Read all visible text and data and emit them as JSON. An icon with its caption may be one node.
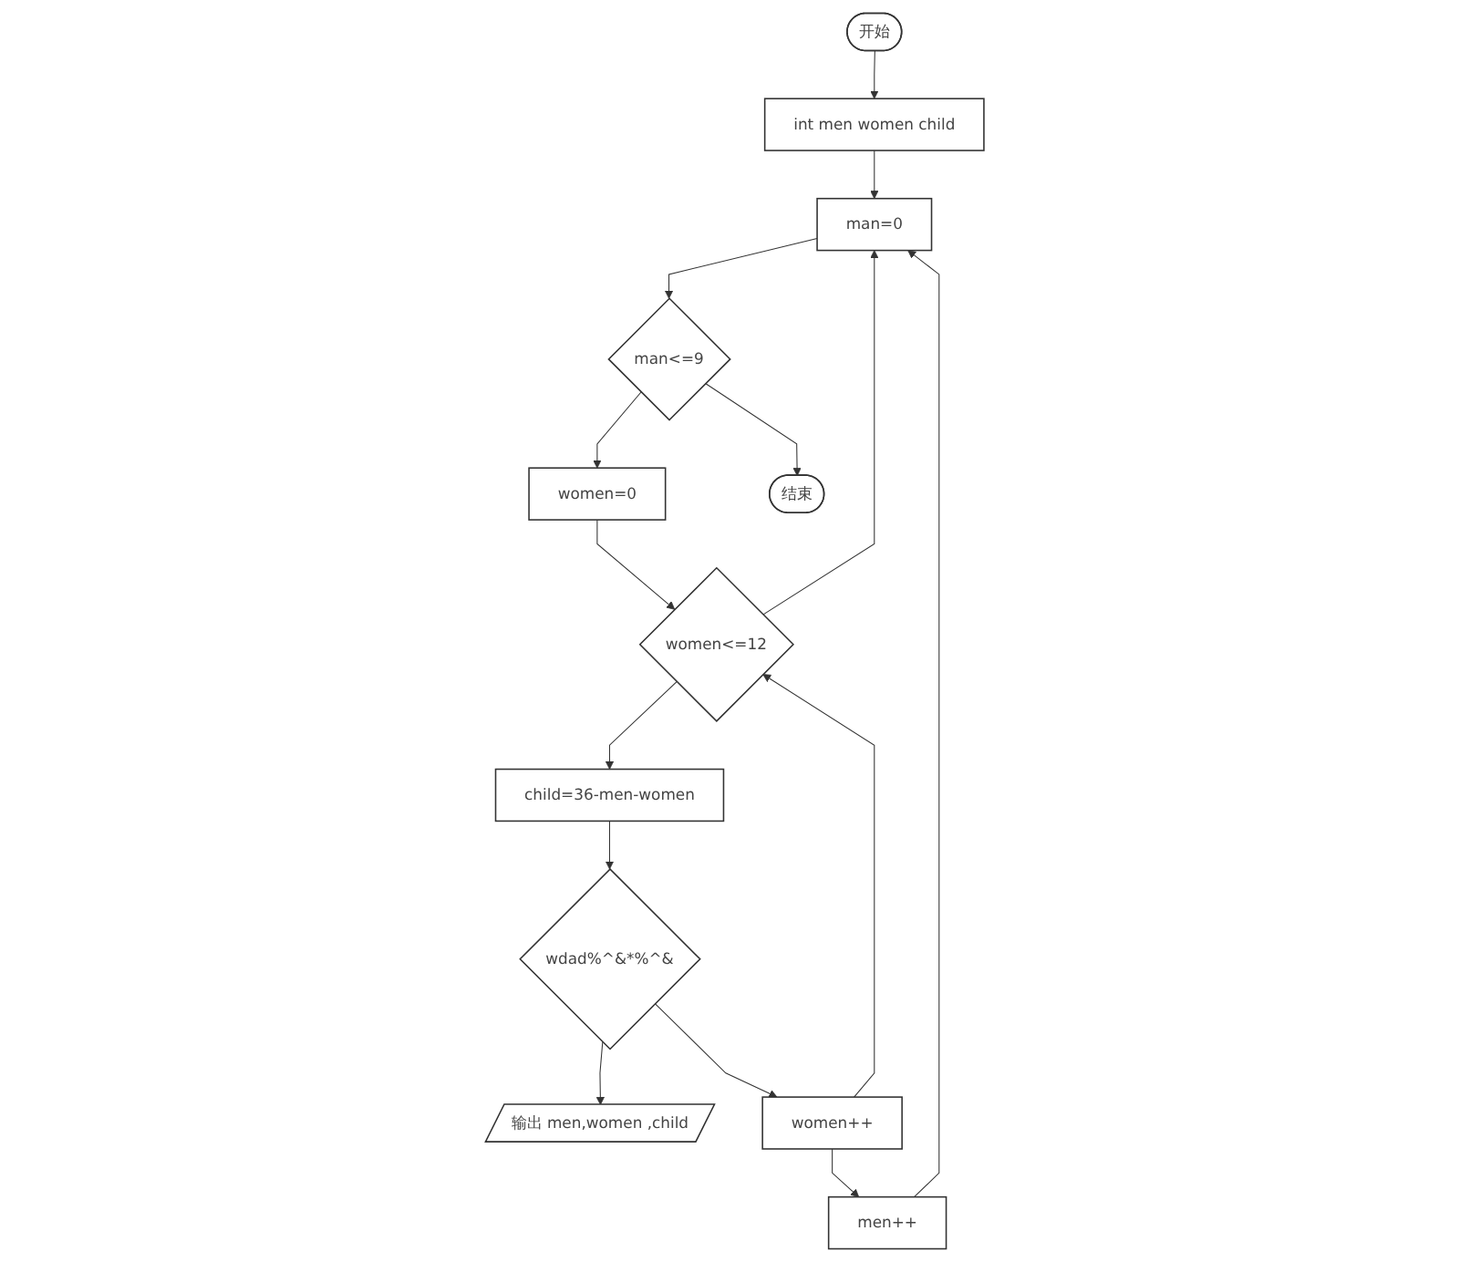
{
  "diagram": {
    "nodes": [
      {
        "text": [
          "开始"
        ]
      },
      {
        "text": [
          "int men women child"
        ]
      },
      {
        "text": [
          "man=0"
        ]
      },
      {
        "text": [
          "man<=9"
        ]
      },
      {
        "text": [
          "women=0"
        ]
      },
      {
        "text": [
          "women<=12"
        ]
      },
      {
        "text": [
          "child=36-men-women"
        ]
      },
      {
        "text": [
          "wdad%^&*%^&"
        ]
      },
      {
        "text": [
          "输出 men,women ,child"
        ]
      },
      {
        "text": [
          "women++"
        ]
      },
      {
        "text": [
          "men++"
        ]
      },
      {
        "text": [
          "结束"
        ]
      }
    ],
    "edges": [
      {
        "from": 0,
        "to": 1,
        "arrow": "to"
      },
      {
        "from": 1,
        "to": 2,
        "arrow": "to"
      },
      {
        "from": 2,
        "to": 3,
        "arrow": "to"
      },
      {
        "from": 3,
        "to": 4,
        "arrow": "to"
      },
      {
        "from": 3,
        "to": 11,
        "arrow": "to"
      },
      {
        "from": 4,
        "to": 5,
        "arrow": "to"
      },
      {
        "from": 5,
        "to": 6,
        "arrow": "to"
      },
      {
        "from": 5,
        "to": 2,
        "arrow": "to"
      },
      {
        "from": 6,
        "to": 7,
        "arrow": "to"
      },
      {
        "from": 7,
        "to": 8,
        "arrow": "to"
      },
      {
        "from": 7,
        "to": 9,
        "arrow": "to"
      },
      {
        "from": 9,
        "to": 5,
        "arrow": "to"
      },
      {
        "from": 9,
        "to": 10,
        "arrow": "to"
      },
      {
        "from": 10,
        "to": 2,
        "arrow": "to"
      }
    ]
  }
}
